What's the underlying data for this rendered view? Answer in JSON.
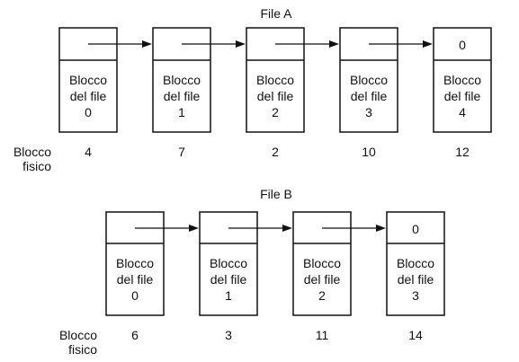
{
  "diagrams": [
    {
      "id": "file-a",
      "title": "File A",
      "blocks": [
        {
          "label": [
            "Blocco",
            "del file",
            "0"
          ],
          "pointer": "",
          "physical": "4"
        },
        {
          "label": [
            "Blocco",
            "del file",
            "1"
          ],
          "pointer": "",
          "physical": "7"
        },
        {
          "label": [
            "Blocco",
            "del file",
            "2"
          ],
          "pointer": "",
          "physical": "2"
        },
        {
          "label": [
            "Blocco",
            "del file",
            "3"
          ],
          "pointer": "",
          "physical": "10"
        },
        {
          "label": [
            "Blocco",
            "del file",
            "4"
          ],
          "pointer": "0",
          "physical": "12"
        }
      ],
      "row_label": [
        "Blocco",
        "fisico"
      ]
    },
    {
      "id": "file-b",
      "title": "File B",
      "blocks": [
        {
          "label": [
            "Blocco",
            "del file",
            "0"
          ],
          "pointer": "",
          "physical": "6"
        },
        {
          "label": [
            "Blocco",
            "del file",
            "1"
          ],
          "pointer": "",
          "physical": "3"
        },
        {
          "label": [
            "Blocco",
            "del file",
            "2"
          ],
          "pointer": "",
          "physical": "11"
        },
        {
          "label": [
            "Blocco",
            "del file",
            "3"
          ],
          "pointer": "0",
          "physical": "14"
        }
      ],
      "row_label": [
        "Blocco",
        "fisico"
      ]
    }
  ]
}
